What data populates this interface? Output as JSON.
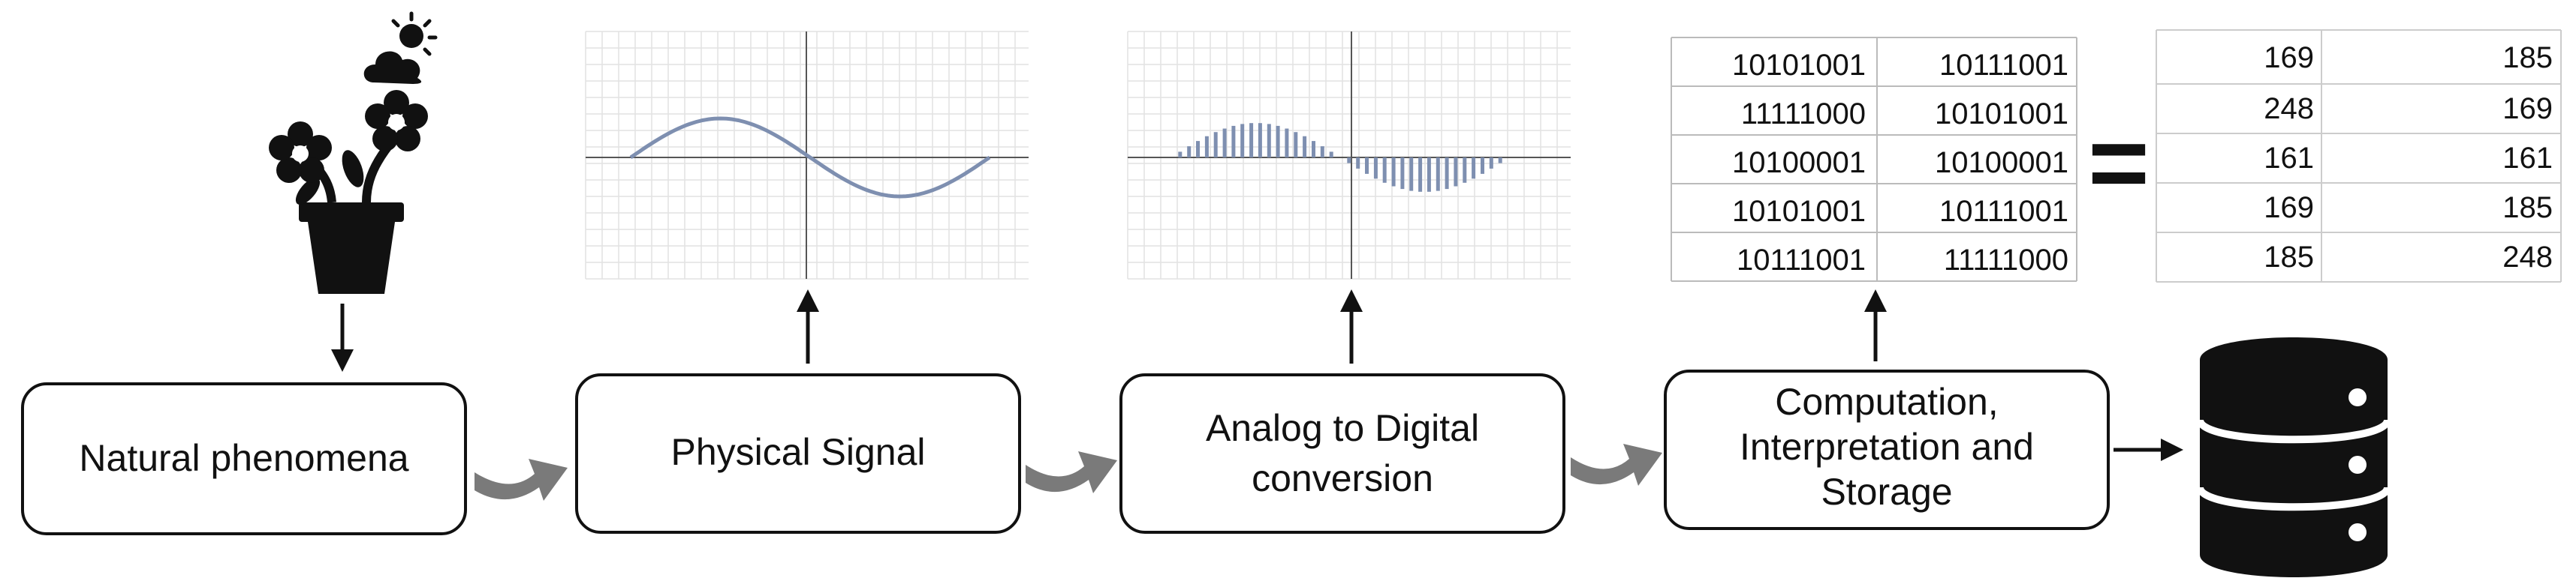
{
  "stages": [
    {
      "lines": [
        "Natural phenomena"
      ]
    },
    {
      "lines": [
        "Physical Signal"
      ]
    },
    {
      "lines": [
        "Analog to Digital",
        "conversion"
      ]
    },
    {
      "lines": [
        "Computation,",
        "Interpretation and",
        "Storage"
      ]
    }
  ],
  "binary_table": [
    [
      "10101001",
      "10111001"
    ],
    [
      "11111000",
      "10101001"
    ],
    [
      "10100001",
      "10100001"
    ],
    [
      "10101001",
      "10111001"
    ],
    [
      "10111001",
      "11111000"
    ]
  ],
  "equals_sign": "=",
  "decimal_table": [
    [
      "169",
      "185"
    ],
    [
      "248",
      "169"
    ],
    [
      "161",
      "161"
    ],
    [
      "169",
      "185"
    ],
    [
      "185",
      "248"
    ]
  ],
  "icons": [
    "flower-pot-icon",
    "sun-cloud-icon",
    "database-icon"
  ],
  "colors": {
    "signal": "#7e8fb0",
    "curved_arrow": "#7a7a7a",
    "stroke": "#111111",
    "grid": "#e2e2e2"
  }
}
